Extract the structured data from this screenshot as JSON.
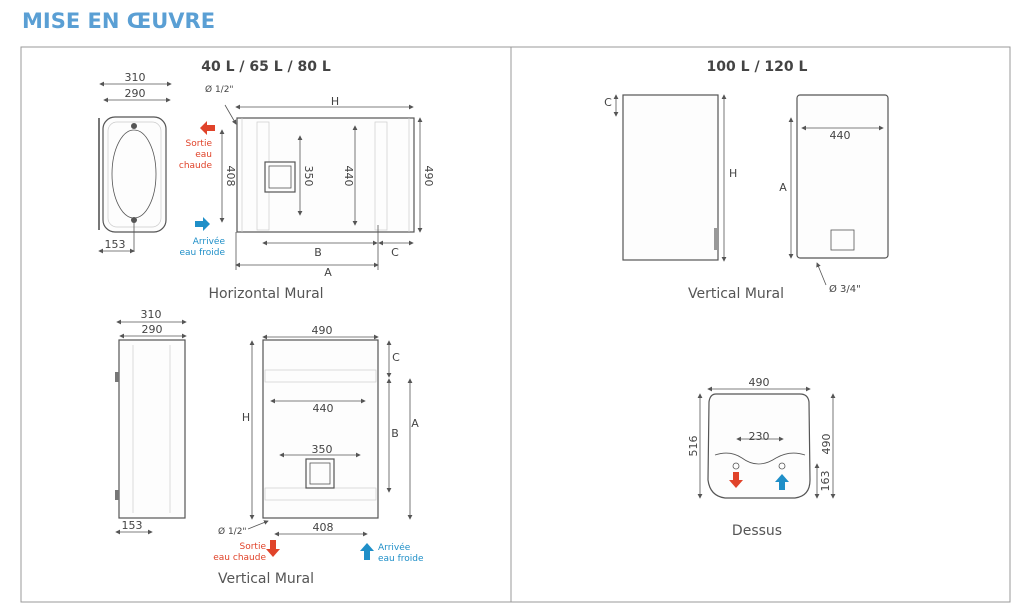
{
  "title": "MISE EN ŒUVRE",
  "left_panel": {
    "heading": "40 L / 65 L / 80 L",
    "horizontal": {
      "caption": "Horizontal Mural",
      "dims": {
        "w310": "310",
        "w290": "290",
        "d153": "153",
        "pipe": "Ø 1/2\"",
        "H": "H",
        "v408": "408",
        "v350": "350",
        "v440": "440",
        "v490": "490",
        "B": "B",
        "C": "C",
        "A": "A"
      },
      "outlet": [
        "Sortie",
        "eau",
        "chaude"
      ],
      "inlet": [
        "Arrivée",
        "eau froide"
      ]
    },
    "vertical": {
      "caption": "Vertical Mural",
      "dims": {
        "w310": "310",
        "w290": "290",
        "d153": "153",
        "w490": "490",
        "H": "H",
        "C": "C",
        "B": "B",
        "A": "A",
        "w440": "440",
        "w350": "350",
        "w408": "408",
        "pipe": "Ø 1/2\""
      },
      "outlet": [
        "Sortie",
        "eau chaude"
      ],
      "inlet": [
        "Arrivée",
        "eau froide"
      ]
    }
  },
  "right_panel": {
    "heading": "100 L / 120 L",
    "vertical": {
      "caption": "Vertical Mural",
      "dims": {
        "C": "C",
        "H": "H",
        "w440": "440",
        "A": "A",
        "pipe": "Ø 3/4\""
      }
    },
    "top": {
      "caption": "Dessus",
      "dims": {
        "w490": "490",
        "h516": "516",
        "h490": "490",
        "w230": "230",
        "h163": "163"
      }
    }
  },
  "colors": {
    "title": "#5a9fd4",
    "hot": "#e0432a",
    "cold": "#1f8fc8"
  }
}
